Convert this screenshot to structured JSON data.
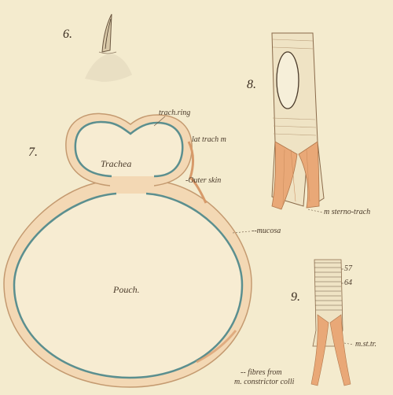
{
  "plate": {
    "background_color": "#f4ebce",
    "accent_colors": {
      "skin": "#e8b48a",
      "mucosa": "#5b8f8f",
      "outline": "#8a6a4a",
      "ink": "#4a3a2a"
    }
  },
  "figures": {
    "fig6": {
      "number": "6."
    },
    "fig7": {
      "number": "7.",
      "labels": {
        "trach_ring": "trach.ring",
        "lat_trach_m": "lat trach m",
        "trachea": "Trachea",
        "outer_skin": "-Outer skin",
        "mucosa": "--mucosa",
        "pouch": "Pouch.",
        "fibres_from_line1": "-- fibres from",
        "fibres_from_line2": "m. constrictor colli"
      }
    },
    "fig8": {
      "number": "8.",
      "labels": {
        "m_sterno_trach": "m sterno-trach"
      }
    },
    "fig9": {
      "number": "9.",
      "labels": {
        "ring_57": "57",
        "ring_64": "64",
        "m_st_tr": "m.st.tr."
      }
    }
  }
}
